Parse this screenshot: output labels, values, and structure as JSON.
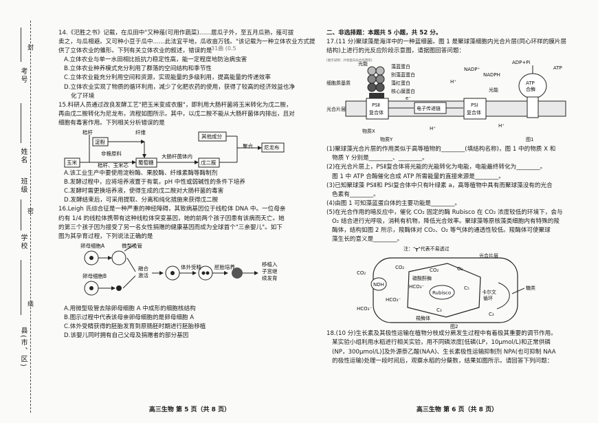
{
  "margin": {
    "exam_no": "考号",
    "name": "姓名",
    "class": "班级",
    "school": "学校",
    "county": "县(市、区)",
    "seal1": "封",
    "seal2": "密",
    "seal3": "线"
  },
  "left_page": {
    "q14": {
      "lines": [
        "14.《汜胜之书》记载，在瓜田中\"又种薤(可用作蔬菜)……居瓜子外，至五月瓜熟，薤可拔",
        "卖之，与瓜相避。又可种小豆于瓜中……此法宜平地，瓜收亩万钱。\"该记载为一种立体农业方式提",
        "供了立体农业的雏形。下列有关立体农业的叙述，错误的是"
      ],
      "options": [
        "A.立体农业与单一水田相比抵抗力稳定性高，能一定程度地防治病虫害",
        "B.立体农业种养模式充分利用了群落的空间结构和季节性",
        "C.立体农业能充分利用空间和资源，实现能量的多级利用，提高能量的传递效率",
        "D.立体农业实现了物质的循环利用，减少了化肥农药的使用，获得了较高的经济效益也净",
        "化了环境"
      ],
      "stamp": "31曲 (0.5"
    },
    "q15": {
      "lines": [
        "15.科研人员通过改良发酵工艺\"把玉米变成衣服\"，即利用大肠杆菌将玉米转化为戊二胺，",
        "再由戊二胺转化为尼龙布，流程如图所示。其中，以戊二胺不能从大肠杆菌体内排出，且对",
        "细胞有毒害作用。下列相关分析错误的是"
      ],
      "diagram": {
        "corn": "玉米",
        "straw": "秸秆",
        "starch": "淀粉",
        "cellulose": "纤维",
        "nongrain_line1": "非粮原料",
        "nongrain_line2": "秸秆、玉米芯",
        "glucose": "葡萄糖",
        "ecoli": "大肠杆菌体内",
        "cadaverine": "戊二胺",
        "other": "其他成分",
        "polymer": "聚合",
        "nylon": "尼龙布"
      },
      "options": [
        "A.该工业生产中要使用淀粉酶、果胶酶、纤维素酶等酶制剂",
        "B.发酵过程中，应将培养液置于有氧，pH 中性或弱碱性的条件下培养",
        "C.发酵时需更换培养液，使得生成的戊二胺对大肠杆菌的毒害",
        "D.发酵结束后，可采用提取、分离和纯化措施来获得戊二胺"
      ]
    },
    "q16": {
      "lines": [
        "16.Leigh 氏综合征是一种严重的神经障碍，其致病基因位于线粒体 DNA 中。一位母亲",
        "约有 1/4 的线粒体携带有这种线粒体突变基因，她的前两个孩子因患有该病而夭亡。她",
        "的第三个孩子因为接受了另一名女性捐赠的健康基因而成为全球首个\"三亲婴儿\"。如下",
        "图为其孕育过程，下列说法正确的是"
      ],
      "diagram": {
        "egg_a": "卵母细胞A",
        "micro": "微型吸管",
        "egg_b": "卵母细胞B",
        "fuse_line1": "融合",
        "fuse_line2": "激活",
        "ivf": "体外受精",
        "embryo": "胚胎培养",
        "transplant_line1": "移植入",
        "transplant_line2": "子宫继",
        "transplant_line3": "续发育"
      },
      "options": [
        "A.用微型吸管去除卵母细胞 A 中成形的细胞核结构",
        "B.图示过程中代表该母亲卵母细胞的是卵母细胞 A",
        "C.体外受精获得的胚胎发育到原肠胚时期进行胚胎移植",
        "D.该婴儿同时拥有自己父母及捐赠者的部分基因"
      ]
    },
    "footer": "高三生物    第 5 页（共 8 页）"
  },
  "right_page": {
    "section_title": "二、非选择题：本题共 5 小题，共 52 分。",
    "q17_intro": [
      "17.(11 分)聚球藻是海洋中的一种蓝细菌。图 1 是聚球藻细胞内光合片层(同心环样的膜片层",
      "结构)上进行的光反应阶段示意图，请据图回答问题："
    ],
    "fig1": {
      "tiny_caption": "[图示说明：外周蛋白光合作用等]",
      "light1": "光能",
      "pc": "藻蓝蛋白",
      "apc": "别藻蓝蛋白",
      "pe": "藻红蛋白",
      "core": "核心膜蛋白",
      "matrix": "细胞质基质",
      "lamella": "光合片层",
      "psii_line1": "PSⅡ",
      "psii_line2": "复合体",
      "etc": "电子传递链",
      "psi_line1": "PSⅠ",
      "psi_line2": "复合体",
      "light2": "光能",
      "atp_line1": "ATP",
      "atp_line2": "合酶",
      "nadp": "NADP⁺",
      "nadph": "NADPH",
      "adp": "ADP+Pi",
      "atp": "ATP",
      "x": "物质X",
      "y": "物质Y",
      "h": "H⁺",
      "e": "e⁻",
      "caption": "图1"
    },
    "q17_body": [
      "(1)聚球藻光合片层的作用类似于高等植物的________(填结构名称)，图 1 中的物质 X 和",
      "物质 Y 分别是________、________。",
      "(2)在光合片层上，PSⅡ复合体将光能的光能转化为电能，电能最终转化为________。",
      "图 1 中 ATP 合酶催化合成 ATP 所需能量的直接来源是________。",
      "(3)已知聚球藻 PSⅡ和 PSⅠ复合体中只有叶绿素 a，高等植物中具有而聚球藻没有的光合",
      "色素有________。",
      "(4)由图 1 可知藻蓝蛋白体的主要功能是________。",
      "(5)在光合作用的暗反应中，催化 CO₂ 固定的酶 Rubisco 在 CO₂ 浓度较低的环境下，会与",
      "O₂ 结合进行光呼吸，消耗有机物，降低光合效率。聚球藻等原核藻类细胞内有特殊的羧",
      "酶体，结构如图 2 所示，羧酶体对 CO₂、O₂ 等气体的通透性较低。羧酶体可使聚球",
      "藻生长的意义是________。"
    ],
    "fig2": {
      "note": "注：\"┳\"代表不易透过",
      "lamella": "光合片层",
      "co2_a": "CO₂",
      "co2_b": "CO₂",
      "co2_c": "CO₂",
      "ndh": "NDH",
      "hco3_a": "HCO₃⁻",
      "hco3_b": "HCO₃⁻",
      "hco3_c": "HCO₃⁻",
      "ca": "碳酸酐酶",
      "rubisco": "Rubisco",
      "o2": "O₂",
      "c5": "C₅",
      "c3": "C₃",
      "calvin_line1": "卡尔文",
      "calvin_line2": "循环",
      "sugar": "糖类",
      "carboxysome": "羧酶体",
      "c3b": "C₃",
      "caption": "图2"
    },
    "q18": [
      "18.(10 分)生长素及其极性运输在植物分枝成分蕨发生过程中有着极其重要的调节作用。",
      "某实验小组利用水稻进行相关实验，用不同磷浓度[低磷(LP，10μmol/L)和正常供磷",
      "(NP，300μmol/L)]及外源萘乙酸(NAA)、生长素极性运输抑制剂 NPA(也可抑制 NAA",
      "的极性运输)处理一段时间后，观察水稻的分蘖数，结果如图所示。请回答下列问题："
    ],
    "footer": "高三生物    第 6 页（共 8 页）"
  }
}
